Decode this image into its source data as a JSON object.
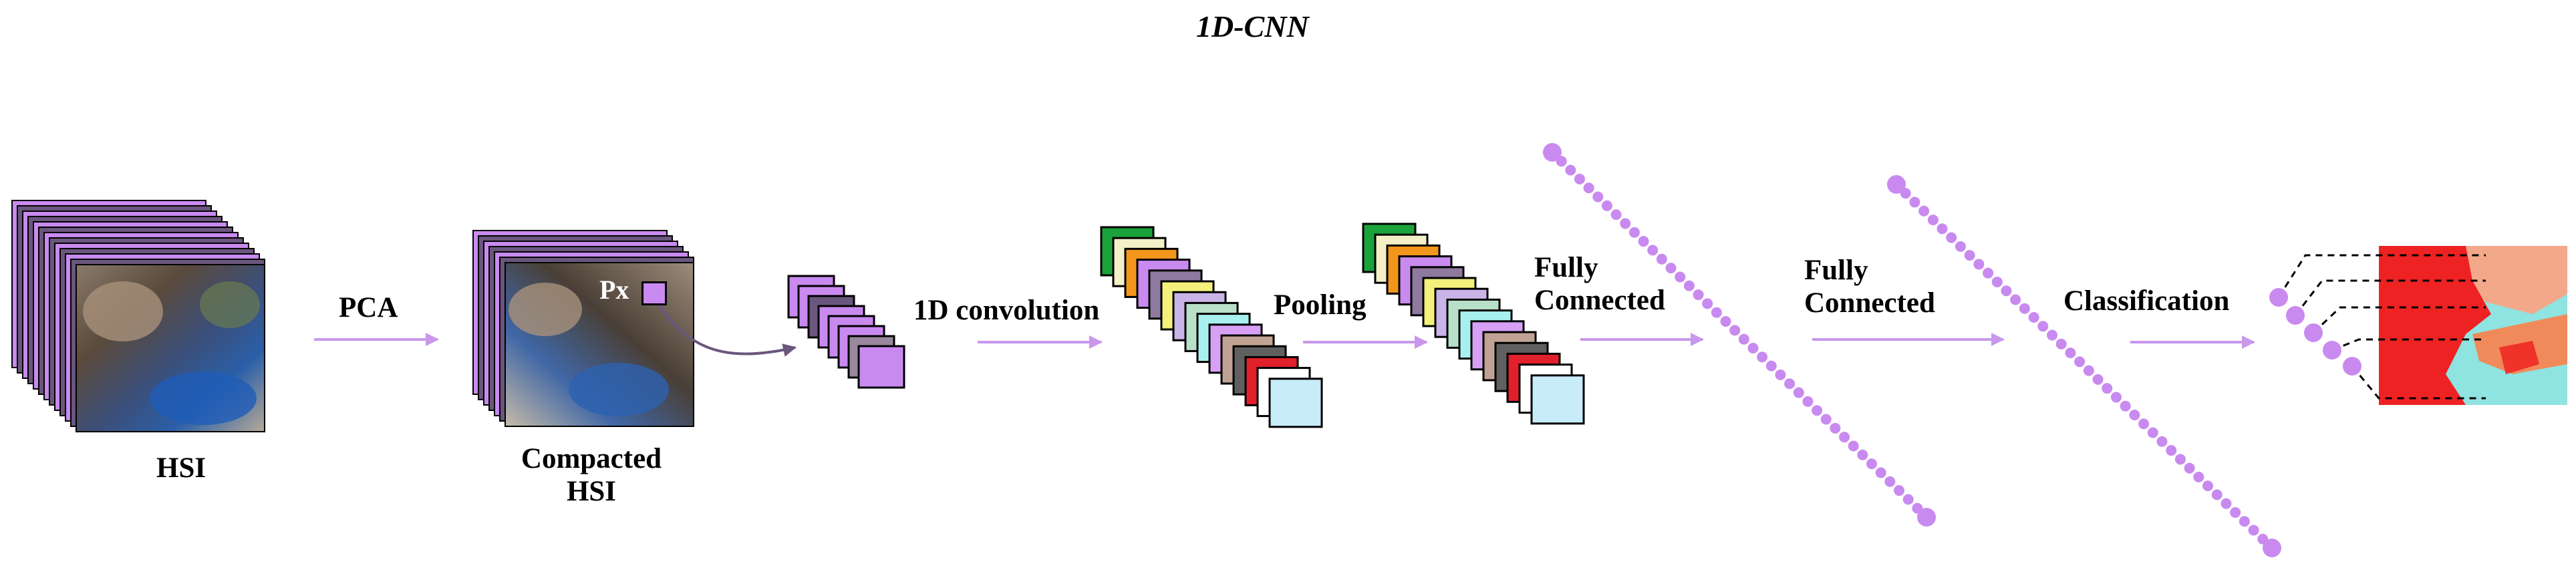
{
  "diagram": {
    "title": "1D-CNN",
    "labels": {
      "hsi": "HSI",
      "pca": "PCA",
      "compacted_line1": "Compacted",
      "compacted_line2": "HSI",
      "px": "Px",
      "conv": "1D convolution",
      "pooling": "Pooling",
      "fc1_line1": "Fully",
      "fc1_line2": "Connected",
      "fc2_line1": "Fully",
      "fc2_line2": "Connected",
      "classification": "Classification"
    },
    "colors": {
      "accent_purple": "#c98af0",
      "arrow": "#c998ec",
      "dark_purple": "#6b567e",
      "neuron": "#c98af0"
    },
    "feature_map_colors": [
      "#1aa33a",
      "#f3f0c8",
      "#f2961b",
      "#c98af0",
      "#8e7a9e",
      "#f3f07c",
      "#c9b4e8",
      "#b8e0c8",
      "#a8f0f0",
      "#d7a0f4",
      "#c0a393",
      "#606060",
      "#e0202a",
      "#ffffff",
      "#c8ecfa"
    ]
  }
}
